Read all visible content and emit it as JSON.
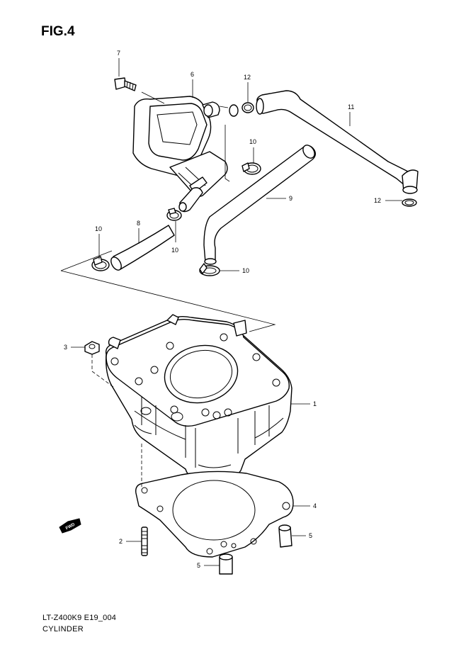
{
  "figure": {
    "title": "FIG.4",
    "code": "LT-Z400K9 E19_004",
    "caption": "CYLINDER"
  },
  "fwd_mark": "FWD",
  "callouts": [
    {
      "id": "c1",
      "label": "1"
    },
    {
      "id": "c2",
      "label": "2"
    },
    {
      "id": "c3",
      "label": "3"
    },
    {
      "id": "c4",
      "label": "4"
    },
    {
      "id": "c5a",
      "label": "5"
    },
    {
      "id": "c5b",
      "label": "5"
    },
    {
      "id": "c6",
      "label": "6"
    },
    {
      "id": "c7",
      "label": "7"
    },
    {
      "id": "c8",
      "label": "8"
    },
    {
      "id": "c9",
      "label": "9"
    },
    {
      "id": "c10a",
      "label": "10"
    },
    {
      "id": "c10b",
      "label": "10"
    },
    {
      "id": "c10c",
      "label": "10"
    },
    {
      "id": "c10d",
      "label": "10"
    },
    {
      "id": "c11",
      "label": "11"
    },
    {
      "id": "c12a",
      "label": "12"
    },
    {
      "id": "c12b",
      "label": "12"
    }
  ]
}
